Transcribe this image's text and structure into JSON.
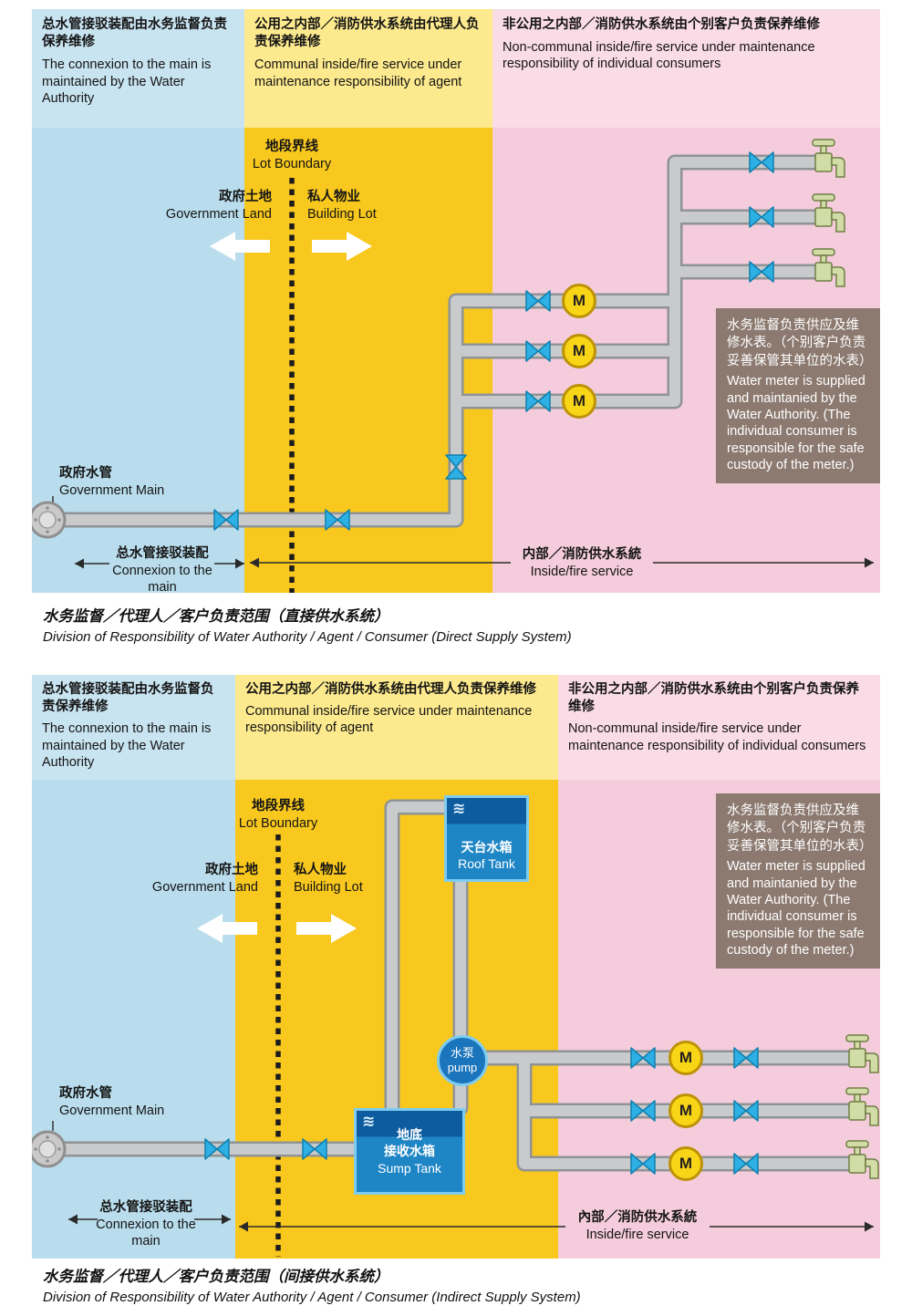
{
  "colors": {
    "zone_blue_header": "#c9e4f1",
    "zone_blue_body": "#b9dded",
    "zone_yellow_header": "#fdea8e",
    "zone_yellow_body": "#f8c81e",
    "zone_pink_header": "#fadce6",
    "zone_pink_body": "#f4ccdb",
    "note_box_brown": "#8c7a70",
    "valve_blue": "#2eb0e5",
    "meter_yellow": "#f8d516",
    "pipe_gray": "#c8cacc",
    "tank_blue": "#1f86c6",
    "tap_green": "#d2dca6"
  },
  "icons": {
    "wave": "≋"
  },
  "diagram1": {
    "headers": [
      {
        "zh": "总水管接驳装配由水务监督负责保养维修",
        "en": "The connexion to the main is maintained by the Water Authority"
      },
      {
        "zh": "公用之内部／消防供水系统由代理人负责保养维修",
        "en": "Communal inside/fire service under maintenance responsibility of agent"
      },
      {
        "zh": "非公用之内部／消防供水系统由个别客户负责保养维修",
        "en": "Non-communal inside/fire service under maintenance responsibility of individual consumers"
      }
    ],
    "labels": {
      "lot_boundary_zh": "地段界线",
      "lot_boundary_en": "Lot Boundary",
      "gov_land_zh": "政府土地",
      "gov_land_en": "Government Land",
      "building_lot_zh": "私人物业",
      "building_lot_en": "Building Lot",
      "gov_main_zh": "政府水管",
      "gov_main_en": "Government Main",
      "connexion_zh": "总水管接驳装配",
      "connexion_en": "Connexion to the main",
      "inside_fire_zh": "内部／消防供水系統",
      "inside_fire_en": "Inside/fire service",
      "meter_letter": "M"
    },
    "meter_note_zh": "水务监督负责供应及维修水表。（个别客户负责妥善保管其单位的水表）",
    "meter_note_en": "Water meter is supplied and maintanied by the Water Authority. (The individual consumer is responsible for the safe custody of the meter.)",
    "caption_zh": "水务监督／代理人／客户负责范围（直接供水系统）",
    "caption_en": "Division of Responsibility of Water Authority / Agent / Consumer (Direct Supply System)"
  },
  "diagram2": {
    "headers": [
      {
        "zh": "总水管接驳装配由水务监督负责保养维修",
        "en": "The connexion to the main is maintained by the Water Authority"
      },
      {
        "zh": "公用之内部／消防供水系统由代理人负责保养维修",
        "en": "Communal inside/fire service under maintenance responsibility of agent"
      },
      {
        "zh": "非公用之内部／消防供水系统由个别客户负责保养维修",
        "en": "Non-communal inside/fire service under maintenance responsibility of individual consumers"
      }
    ],
    "labels": {
      "lot_boundary_zh": "地段界线",
      "lot_boundary_en": "Lot Boundary",
      "gov_land_zh": "政府土地",
      "gov_land_en": "Government Land",
      "building_lot_zh": "私人物业",
      "building_lot_en": "Building Lot",
      "gov_main_zh": "政府水管",
      "gov_main_en": "Government Main",
      "connexion_zh": "总水管接驳装配",
      "connexion_en": "Connexion to the main",
      "inside_fire_zh": "內部／消防供水系統",
      "inside_fire_en": "Inside/fire service",
      "roof_tank_zh": "天台水箱",
      "roof_tank_en": "Roof Tank",
      "pump_zh": "水泵",
      "pump_en": "pump",
      "sump_tank_zh1": "地底",
      "sump_tank_zh2": "接收水箱",
      "sump_tank_en": "Sump Tank",
      "meter_letter": "M"
    },
    "meter_note_zh": "水务监督负责供应及维修水表。（个别客户负责妥善保管其单位的水表）",
    "meter_note_en": "Water meter is supplied and maintanied by the Water Authority. (The individual consumer is responsible for the safe custody of the meter.)",
    "caption_zh": "水务监督／代理人／客户负责范围（间接供水系统）",
    "caption_en": "Division of Responsibility of Water Authority / Agent / Consumer (Indirect Supply System)"
  }
}
